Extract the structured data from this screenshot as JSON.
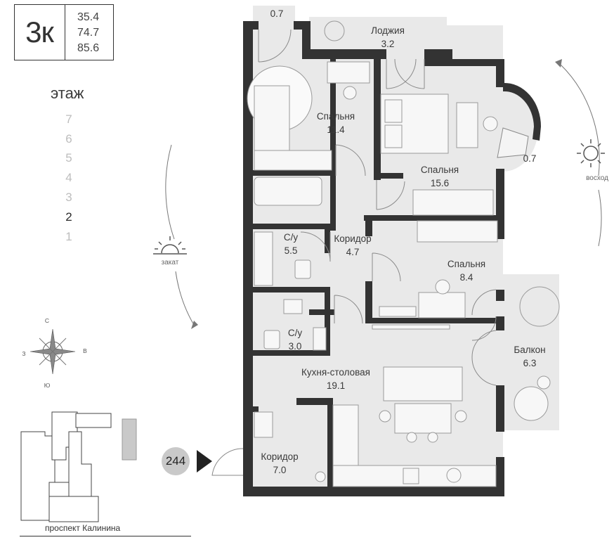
{
  "apartment": {
    "type": "3к",
    "areas": [
      "35.4",
      "74.7",
      "85.6"
    ]
  },
  "floors": {
    "title": "этаж",
    "list": [
      "7",
      "6",
      "5",
      "4",
      "3",
      "2",
      "1"
    ],
    "current": "2"
  },
  "rooms": [
    {
      "name": "Лоджия",
      "area": "3.2"
    },
    {
      "name": "Спальня",
      "area": "11.4"
    },
    {
      "name": "Спальня",
      "area": "15.6"
    },
    {
      "name": "С/у",
      "area": "5.5"
    },
    {
      "name": "Коридор",
      "area": "4.7"
    },
    {
      "name": "Спальня",
      "area": "8.4"
    },
    {
      "name": "С/у",
      "area": "3.0"
    },
    {
      "name": "Кухня-столовая",
      "area": "19.1"
    },
    {
      "name": "Балкон",
      "area": "6.3"
    },
    {
      "name": "Коридор",
      "area": "7.0"
    }
  ],
  "small_balconies": [
    "0.7",
    "0.7"
  ],
  "orientation": {
    "sunrise": "восход",
    "sunset": "закат",
    "compass": {
      "n": "С",
      "s": "Ю",
      "w": "З",
      "e": "В"
    }
  },
  "building": {
    "number": "244"
  },
  "street": "проспект Калинина",
  "colors": {
    "wall": "#333333",
    "floor": "#e9e9e9",
    "furniture_outline": "#9a9a9a",
    "inactive_floor": "#bdbdbd"
  }
}
